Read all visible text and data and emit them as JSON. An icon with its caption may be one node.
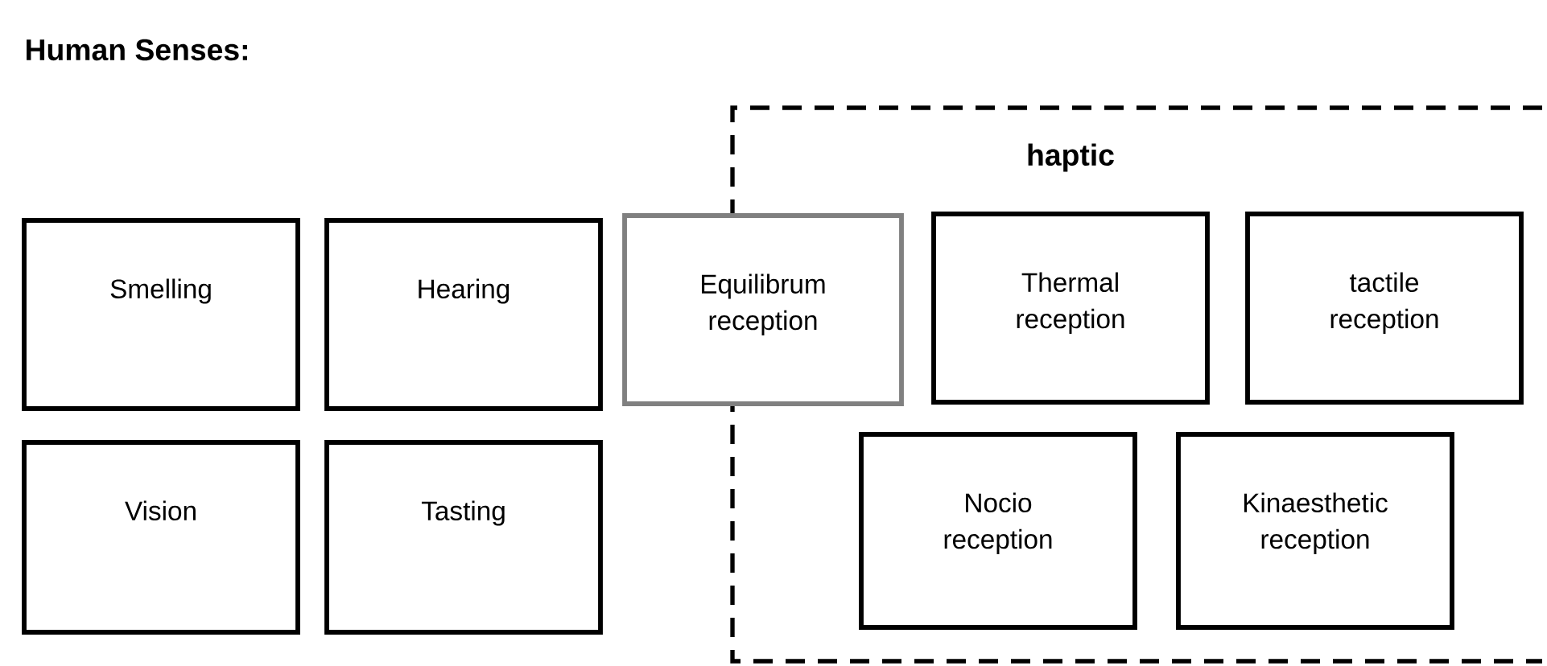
{
  "diagram": {
    "title": "Human Senses:",
    "nodes": [
      {
        "text": [
          "Smelling"
        ]
      },
      {
        "text": [
          "Hearing"
        ]
      },
      {
        "text": [
          "haptic"
        ]
      },
      {
        "text": [
          "Equilibrum reception"
        ]
      },
      {
        "text": [
          "Thermal reception"
        ],
        "in": 2
      },
      {
        "text": [
          "tactile reception"
        ],
        "in": 2
      },
      {
        "text": [
          "Vision"
        ]
      },
      {
        "text": [
          "Tasting"
        ]
      },
      {
        "text": [
          "Nocio reception"
        ],
        "in": 2
      },
      {
        "text": [
          "Kinaesthetic reception"
        ],
        "in": 2
      }
    ]
  }
}
